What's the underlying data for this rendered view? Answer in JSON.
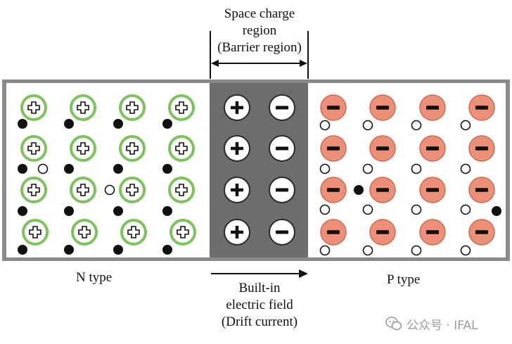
{
  "labels": {
    "space_charge_line1": "Space charge",
    "space_charge_line2": "region",
    "space_charge_line3": "(Barrier region)",
    "n_type": "N type",
    "p_type": "P type",
    "field_line1": "Built-in",
    "field_line2": "electric field",
    "field_line3": "(Drift current)"
  },
  "watermark": {
    "text": "公众号 · IFAL",
    "icon": "wechat-icon"
  },
  "colors": {
    "frame": "#8a8a8a",
    "depletion_fill": "#6d6d6d",
    "donor_ring": "#7cc35b",
    "acceptor_fill": "#ee9078",
    "acceptor_stroke": "#c96a55",
    "electron": "#111111",
    "hole_stroke": "#111111"
  },
  "glyphs": {
    "plus": "+",
    "minus": "−"
  }
}
